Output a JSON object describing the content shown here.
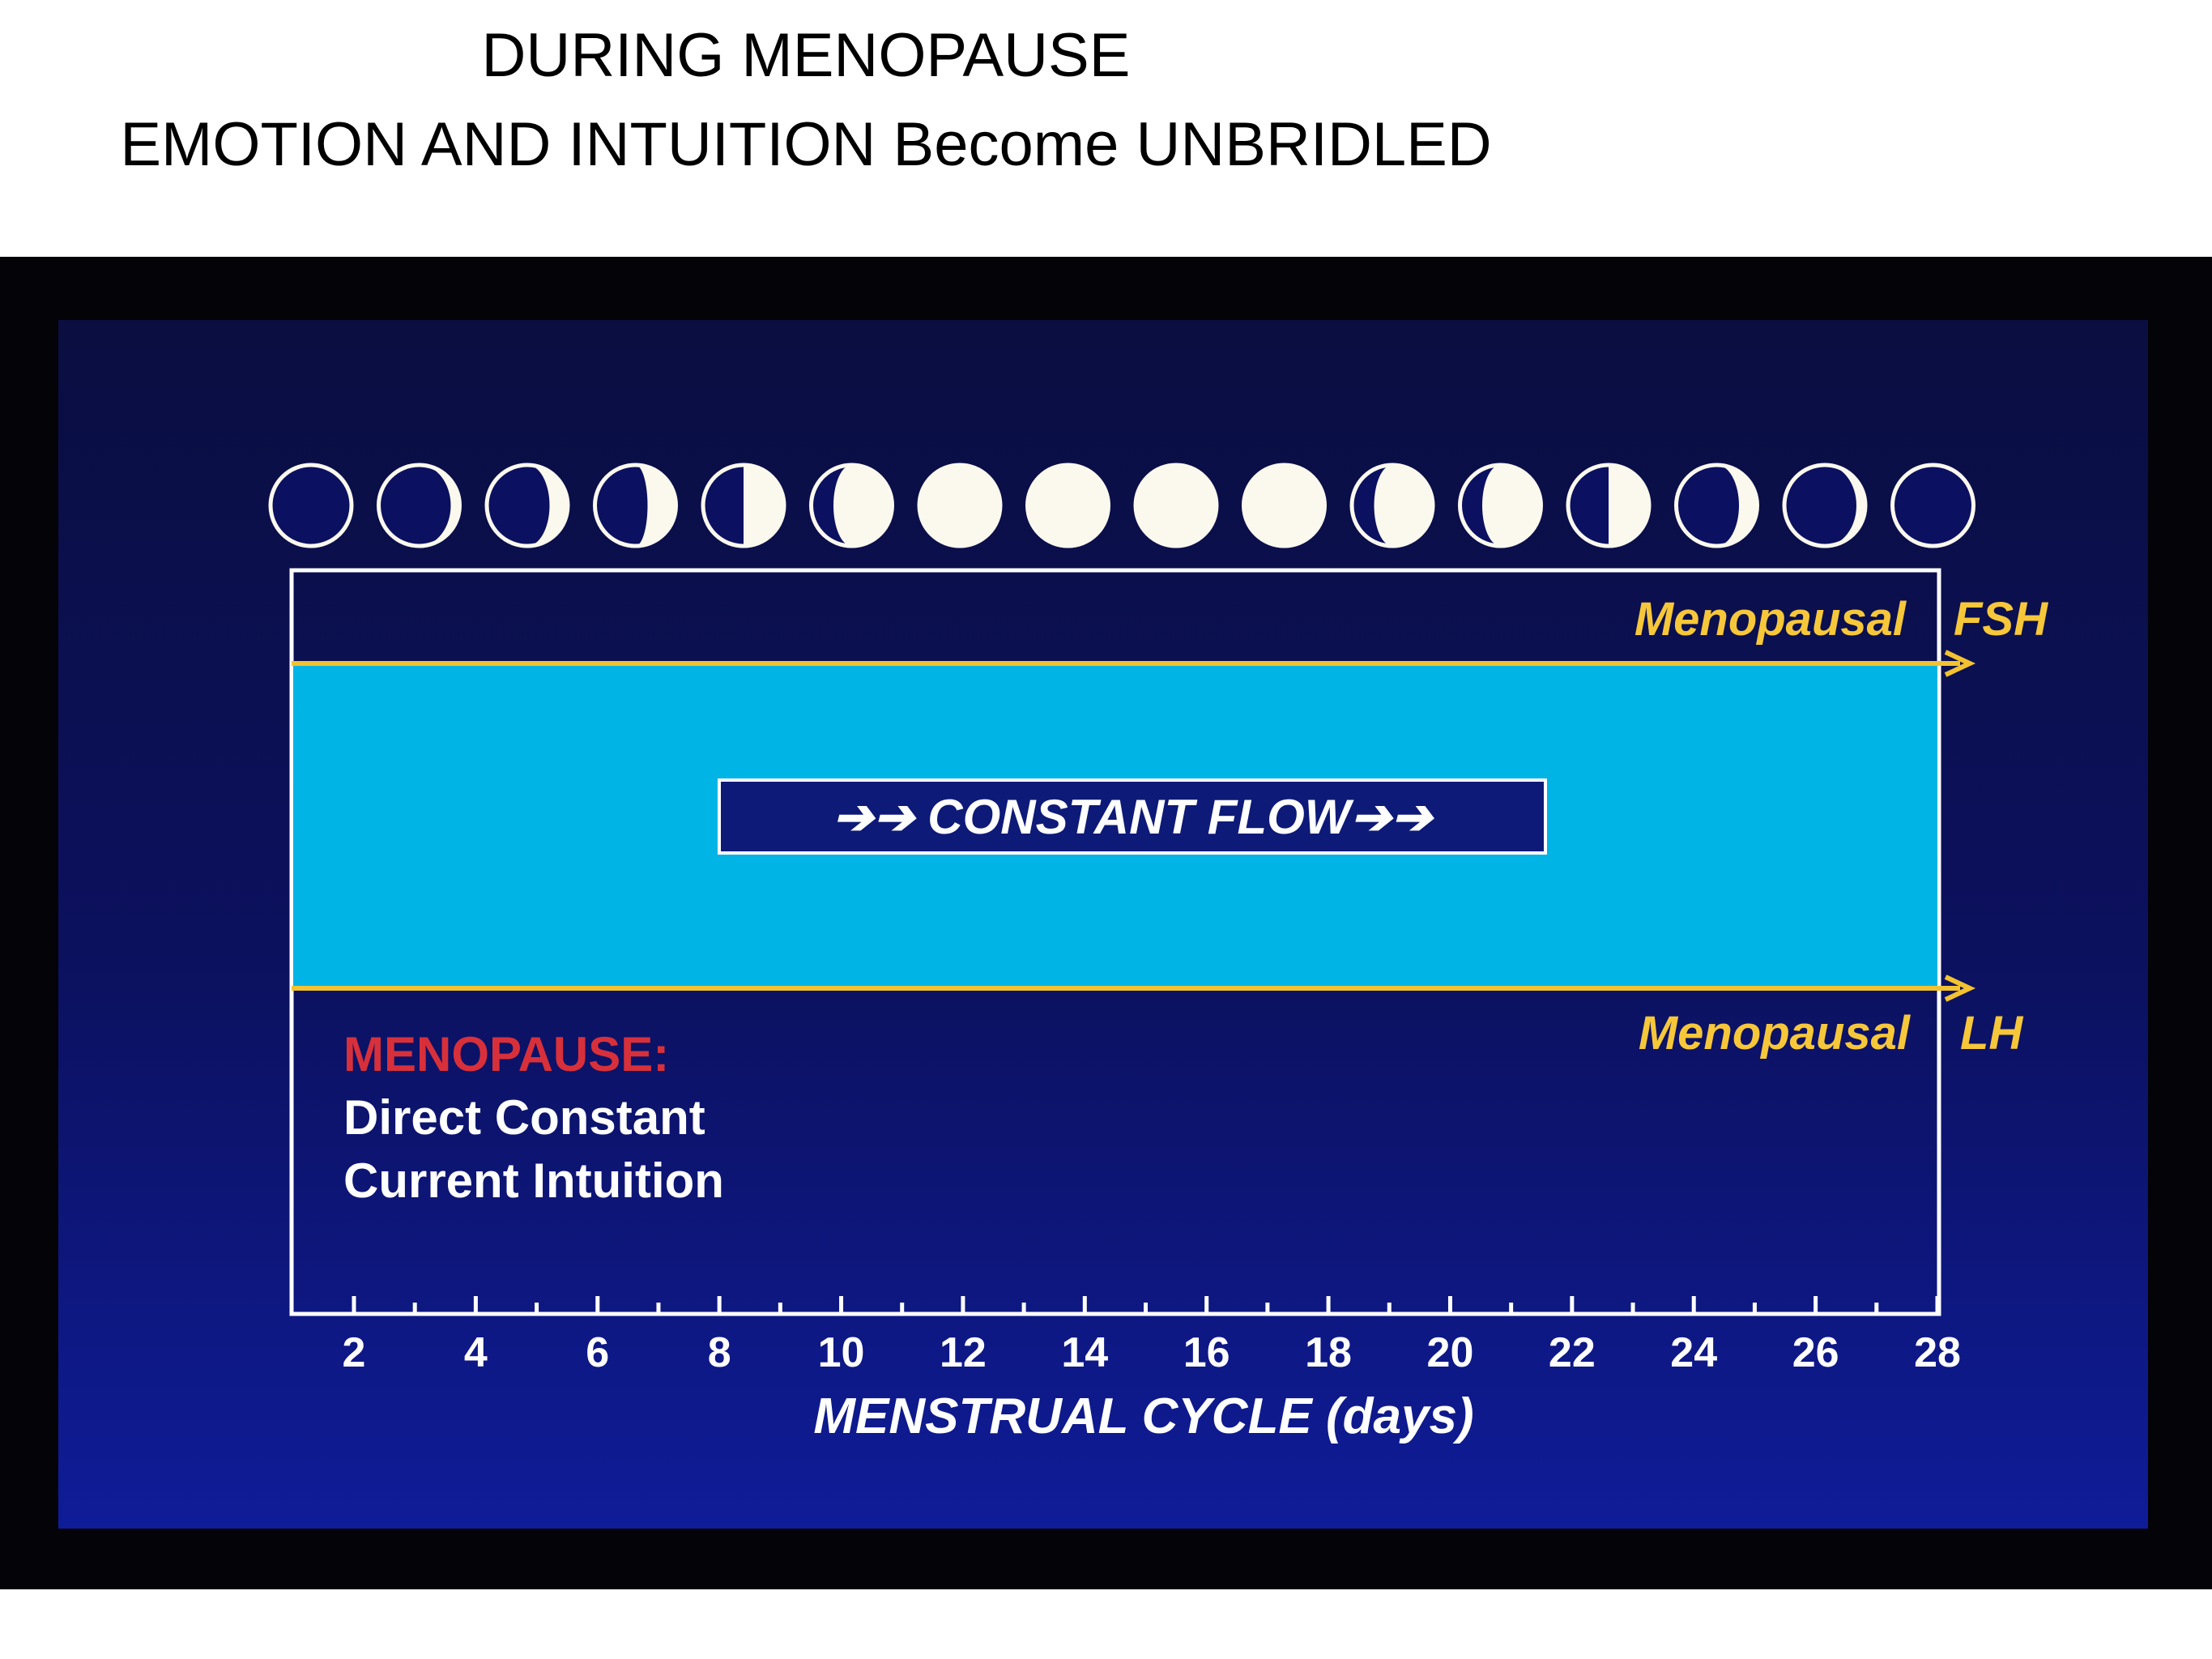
{
  "title": {
    "line1": "DURING MENOPAUSE",
    "line2": "EMOTION AND INTUITION Become UNBRIDLED"
  },
  "diagram": {
    "fsh_label_left": "Menopausal",
    "fsh_label_right": "FSH",
    "lh_label_left": "Menopausal",
    "lh_label_right": "LH",
    "flow_label": "➔➔ CONSTANT FLOW➔➔",
    "menopause_heading": "MENOPAUSE:",
    "menopause_line1": "Direct Constant",
    "menopause_line2": "Current Intuition",
    "x_ticks": [
      "2",
      "4",
      "6",
      "8",
      "10",
      "12",
      "14",
      "16",
      "18",
      "20",
      "22",
      "24",
      "26",
      "28"
    ],
    "x_axis_label": "MENSTRUAL CYCLE (days)",
    "moon_phases": [
      "full-dark",
      "thin-crescent",
      "crescent",
      "crescent-large",
      "half",
      "gibbous",
      "full-light",
      "full-light",
      "full-light",
      "full-light",
      "gibbous",
      "gibbous",
      "half",
      "crescent",
      "thin-crescent",
      "full-dark"
    ],
    "colors": {
      "background": "#0b1060",
      "band": "#00b4e6",
      "hormone_line": "#f2c230",
      "label_yellow": "#f7c73a",
      "menopause_red": "#d8303a",
      "text_white": "#ffffff",
      "flow_box": "#0e1a78"
    }
  }
}
